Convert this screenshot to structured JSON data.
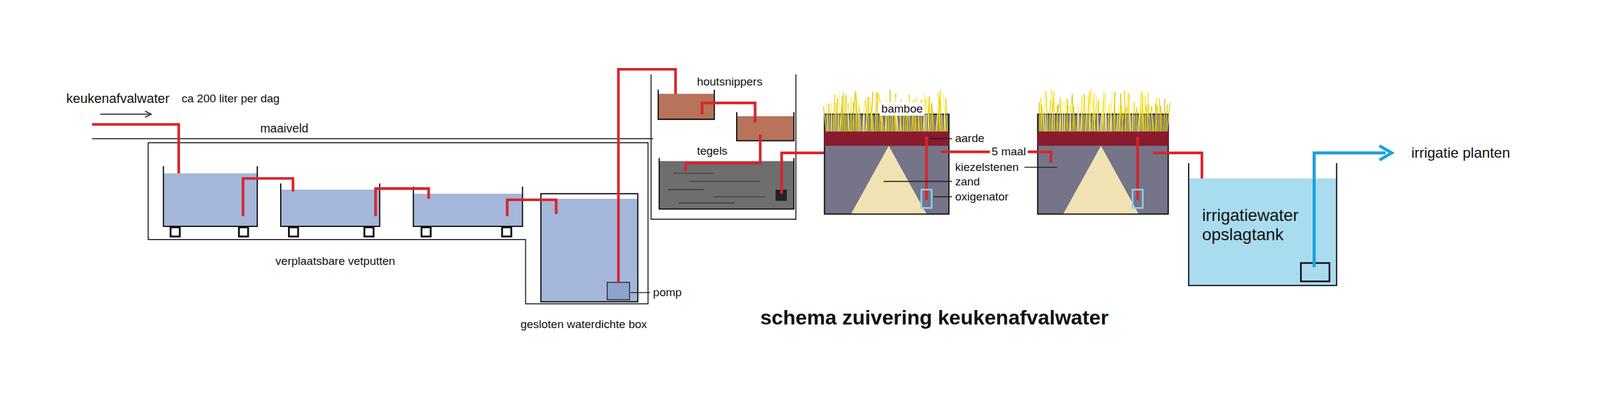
{
  "diagram": {
    "title": "schema zuivering keukenafvalwater",
    "nodes": [
      {
        "text": [
          "irrigatiewater opslagtank"
        ]
      }
    ],
    "labels": [
      "keukenafvalwater",
      "ca 200 liter per dag",
      "maaiveld",
      "verplaatsbare vetputten",
      "pomp",
      "gesloten waterdichte box",
      "houtsnippers",
      "tegels",
      "bamboe",
      "aarde",
      "5 maal",
      "kiezelstenen",
      "zand",
      "oxigenator",
      "irrigatie planten"
    ]
  }
}
